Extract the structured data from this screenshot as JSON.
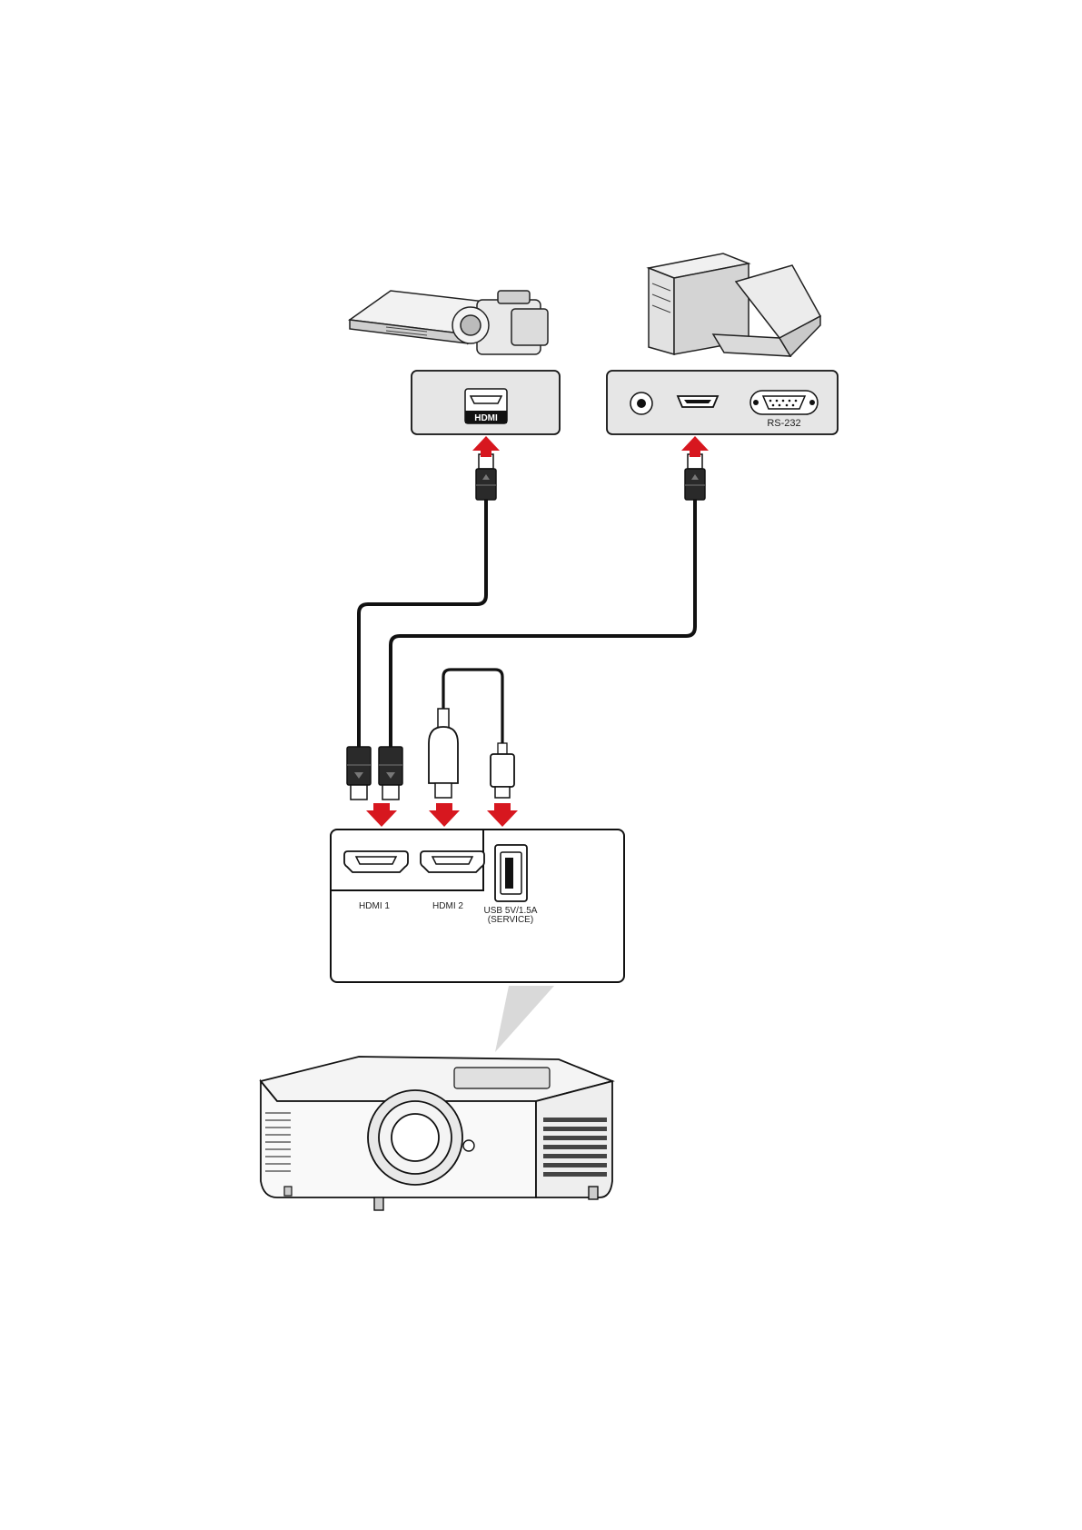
{
  "labels": {
    "hdmi_badge": "HDMI",
    "rs232": "RS-232",
    "hdmi1": "HDMI 1",
    "hdmi2": "HDMI 2",
    "usb_line1": "USB 5V/1.5A",
    "usb_line2": "(SERVICE)"
  },
  "colors": {
    "arrow": "#d7171f",
    "panel_fill": "#e6e6e6",
    "cable": "#111111",
    "zoom_wedge": "#d9d9d9"
  }
}
